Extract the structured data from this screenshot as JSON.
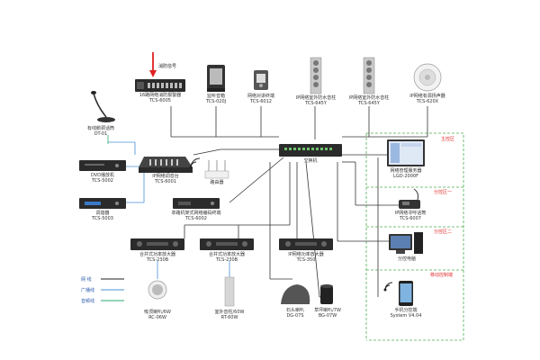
{
  "devices": {
    "fire_signal": "消防信号",
    "fire_alarm_16": {
      "name": "16路网络消防报警器",
      "model": "TCS-6005"
    },
    "monitor_speaker": {
      "name": "监听音箱",
      "model": "TCS-020J"
    },
    "intercom": {
      "name": "网络对讲终端",
      "model": "TCS-6012"
    },
    "col_speaker_1": {
      "name": "IP网络室外防水音柱",
      "model": "TCS-645Y"
    },
    "col_speaker_2": {
      "name": "IP网络室外防水音柱",
      "model": "TCS-645Y"
    },
    "active_speaker": {
      "name": "IP网络有源扬声器",
      "model": "TCS-620X"
    },
    "wired_mic": {
      "name": "有线鹅颈话筒",
      "model": "DT-01"
    },
    "dvd": {
      "name": "DVD播放机",
      "model": "TCS-5002"
    },
    "mixer": {
      "name": "IP网络调音台",
      "model": "TCS-6001"
    },
    "tuner": {
      "name": "调谐器",
      "model": "TCS-5003"
    },
    "router": {
      "name": "路由器"
    },
    "switch": {
      "name": "交换机"
    },
    "server": {
      "name": "网络管理服务器",
      "model": "LGD-2000F"
    },
    "pager": {
      "name": "IP网络寻呼话筒",
      "model": "TCS-6007"
    },
    "pc": {
      "name": "分控电脑"
    },
    "mobile": {
      "name": "手机分控端",
      "model": "System V4.04"
    },
    "encoder": {
      "name": "单路机架式网络编码终端",
      "model": "TCS-6002"
    },
    "amp_1": {
      "name": "合并式功率放大器",
      "model": "TCS-230B"
    },
    "amp_2": {
      "name": "合并式功率放大器",
      "model": "TCS-230B"
    },
    "amp_3": {
      "name": "IP网络功率放大器",
      "model": "TCS-350"
    },
    "ceiling_speaker": {
      "name": "吸顶喇叭/6W",
      "model": "RC-06W"
    },
    "column_60": {
      "name": "室外音柱/60W",
      "model": "RT-60W"
    },
    "rock_speaker": {
      "name": "石头喇叭",
      "model": "DG-07S"
    },
    "lawn_speaker": {
      "name": "草坪喇叭/7W",
      "model": "BG-07W"
    }
  },
  "zones": {
    "main": "主控区",
    "sub_1": "分控区一",
    "sub_2": "分控区二",
    "mobile": "移动控制端"
  },
  "legend": [
    {
      "label": "网  线",
      "color": "#222222"
    },
    {
      "label": "广播线",
      "color": "#4a90d9"
    },
    {
      "label": "音频线",
      "color": "#2aa870"
    }
  ],
  "colors": {
    "device_dark": "#2b2b2b",
    "zone_border": "#4caf50",
    "zone_label": "#e03030",
    "signal_arrow": "#e02020"
  }
}
